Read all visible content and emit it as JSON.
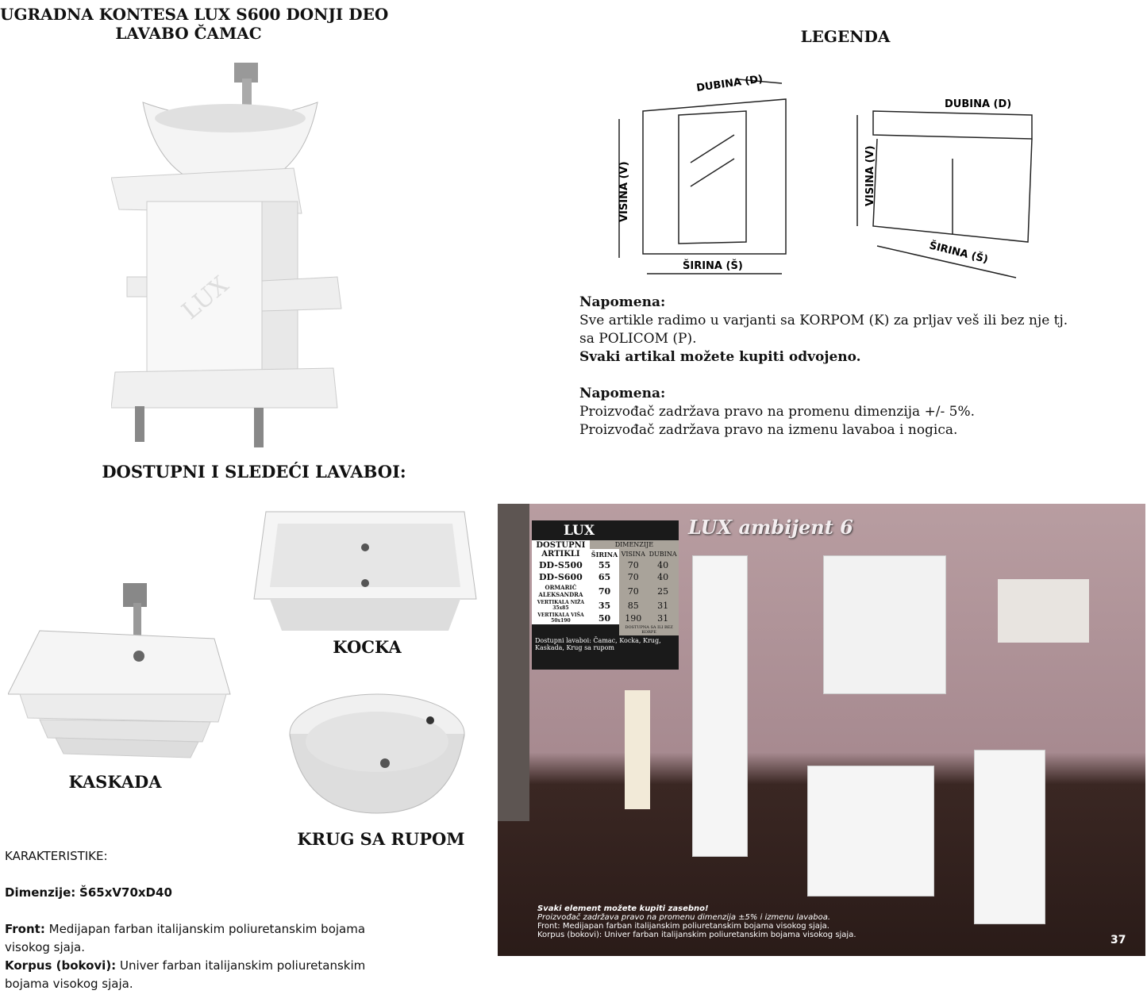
{
  "product": {
    "title_line1": "UGRADNA KONTESA LUX S600 DONJI DEO",
    "title_line2": "LAVABO ČAMAC",
    "watermark": "LUX"
  },
  "legend": {
    "title": "LEGENDA",
    "labels": {
      "depth": "DUBINA (D)",
      "height": "VISINA (V)",
      "width": "ŠIRINA (Š)"
    }
  },
  "notes": [
    {
      "heading": "Napomena:",
      "lines": [
        "Sve artikle radimo u varjanti sa KORPOM (K) za prljav veš ili bez nje tj.",
        "sa POLICOM (P)."
      ],
      "bold_line": "Svaki artikal možete kupiti odvojeno."
    },
    {
      "heading": "Napomena:",
      "lines": [
        "Proizvođač zadržava pravo na promenu dimenzija +/- 5%.",
        "Proizvođač zadržava pravo na izmenu lavaboa i nogica."
      ]
    }
  ],
  "basins": {
    "title": "DOSTUPNI I SLEDEĆI LAVABOI:",
    "items": [
      "KOCKA",
      "KASKADA",
      "KRUG SA RUPOM"
    ]
  },
  "characteristics": {
    "heading": "KARAKTERISTIKE:",
    "dim_label": "Dimenzije:",
    "dim_value": "Š65xV70xD40",
    "front_label": "Front:",
    "front_text": "Medijapan farban italijanskim poliuretanskim bojama",
    "front_text2": "visokog sjaja.",
    "korpus_label": "Korpus (bokovi):",
    "korpus_text": "Univer farban italijanskim poliuretanskim",
    "korpus_text2": "bojama visokog sjaja."
  },
  "ambient": {
    "title": "LUX ambijent 6",
    "page": "37",
    "table": {
      "brand": "LUX",
      "col_items": "DOSTUPNI ARTIKLI",
      "dims": "DIMENZIJE",
      "cols": [
        "ŠIRINA",
        "VISINA",
        "DUBINA"
      ],
      "rows": [
        [
          "DD-S500",
          "55",
          "70",
          "40"
        ],
        [
          "DD-S600",
          "65",
          "70",
          "40"
        ],
        [
          "ORMARIĆ ALEKSANDRA",
          "70",
          "70",
          "25"
        ],
        [
          "VERTIKALA NIŽA 35x85",
          "35",
          "85",
          "31"
        ],
        [
          "VERTIKALA VIŠA 50x190",
          "50",
          "190",
          "31"
        ]
      ],
      "note_k": "DOSTUPNA SA ILI BEZ KORPE",
      "footer": "Dostupni lavaboi: Čamac, Kocka, Krug, Kaskada, Krug sa rupom"
    },
    "caption": {
      "bold": "Svaki element možete kupiti zasebno!",
      "l1": "Proizvođač zadržava pravo na promenu dimenzija ±5% i izmenu lavaboa.",
      "l2": "Front: Medijapan farban italijanskim poliuretanskim bojama visokog sjaja.",
      "l3": "Korpus (bokovi): Univer farban italijanskim poliuretanskim bojama visokog sjaja."
    }
  }
}
